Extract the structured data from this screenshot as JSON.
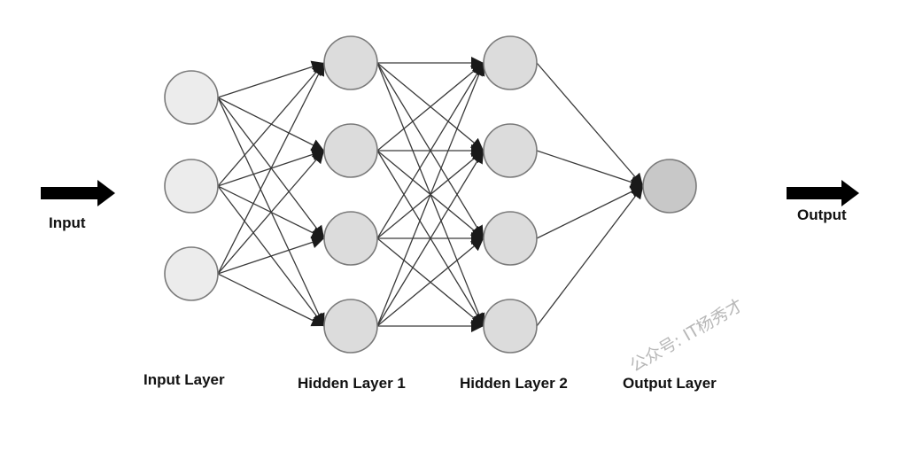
{
  "io_labels": {
    "input": "Input",
    "output": "Output"
  },
  "layers": [
    {
      "label": "Input Layer",
      "nodes": 3
    },
    {
      "label": "Hidden Layer 1",
      "nodes": 4
    },
    {
      "label": "Hidden Layer 2",
      "nodes": 4
    },
    {
      "label": "Output Layer",
      "nodes": 1
    }
  ],
  "colors": {
    "input_node": "#ececec",
    "hidden_node": "#dcdcdc",
    "output_node": "#c8c8c8",
    "edge": "#3a3a3a",
    "arrow": "#000000"
  },
  "watermark": "公众号: IT杨秀才"
}
